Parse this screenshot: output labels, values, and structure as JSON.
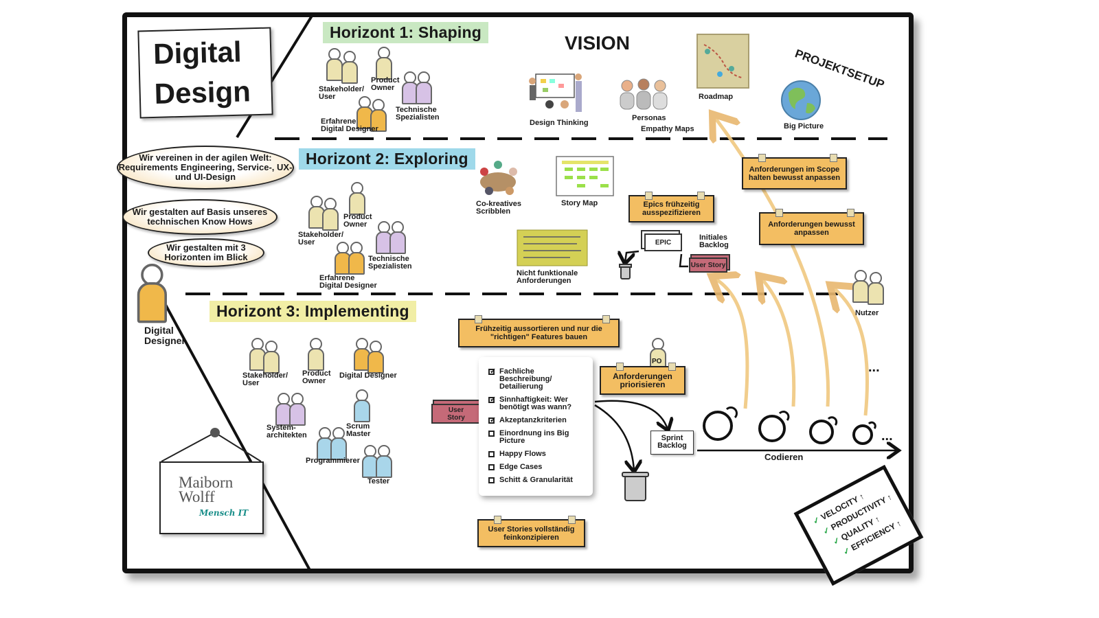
{
  "title": {
    "line1": "Digital",
    "line2": "Design"
  },
  "horizons": {
    "h1": "Horizont 1: Shaping",
    "h2": "Horizont 2: Exploring",
    "h3": "Horizont 3: Implementing"
  },
  "colors": {
    "h1": "#c9e8c2",
    "h2": "#9fd9ea",
    "h3": "#f1eea5",
    "note": "#f3be62",
    "story": "#c56a78",
    "arrow": "#f0c880",
    "check": "#2aa84a"
  },
  "bubbles": [
    "Wir vereinen in der agilen Welt:\nRequirements Engineering, Service-, UX-\nund UI-Design",
    "Wir gestalten auf Basis unseres\ntechnischen Know Hows",
    "Wir gestalten mit 3\nHorizonten im Blick"
  ],
  "digital_designer": "Digital\nDesigner",
  "h1_roles": [
    "Stakeholder/\nUser",
    "Product\nOwner",
    "Technische\nSpezialisten",
    "Erfahrene\nDigital Designer"
  ],
  "vision": {
    "title": "VISION",
    "design_thinking": "Design Thinking",
    "personas": "Personas",
    "empathy": "Empathy Maps",
    "roadmap": "Roadmap",
    "projektsetup": "PROJEKTSETUP",
    "big_picture": "Big Picture"
  },
  "h2_roles": [
    "Stakeholder/\nUser",
    "Product\nOwner",
    "Technische\nSpezialisten",
    "Erfahrene\nDigital Designer"
  ],
  "exploring": {
    "scribblen": "Co-kreatives\nScribblen",
    "story_map": "Story Map",
    "nfa": "Nicht funktionale\nAnforderungen",
    "epics_note": "Epics frühzeitig\nausspezifizieren",
    "epic": "EPIC",
    "user_story": "User Story",
    "backlog": "Initiales\nBacklog",
    "scope_note": "Anforderungen im Scope\nhalten bewusst anpassen",
    "adapt_note": "Anforderungen bewusst\nanpassen",
    "nutzer": "Nutzer"
  },
  "h3_roles": [
    "Stakeholder/\nUser",
    "Product\nOwner",
    "Digital Designer",
    "System-\narchitekten",
    "Scrum\nMaster",
    "Programmierer",
    "Tester"
  ],
  "implementing": {
    "sort_note": "Frühzeitig aussortieren und nur die\n\"richtigen\" Features bauen",
    "user_story": "User\nStory",
    "checklist": [
      {
        "text": "Fachliche Beschreibung/\nDetailierung",
        "checked": true
      },
      {
        "text": "Sinnhaftigkeit: Wer\nbenötigt was wann?",
        "checked": true
      },
      {
        "text": "Akzeptanzkriterien",
        "checked": true
      },
      {
        "text": "Einordnung ins Big Picture",
        "checked": false
      },
      {
        "text": "Happy Flows",
        "checked": false
      },
      {
        "text": "Edge Cases",
        "checked": false
      },
      {
        "text": "Schitt & Granularität",
        "checked": false
      }
    ],
    "po": "PO",
    "prio_note": "Anforderungen\npriorisieren",
    "sprint_backlog": "Sprint\nBacklog",
    "complete_note": "User Stories vollständig\nfeinkonzipieren",
    "codieren": "Codieren",
    "ellipsis": "..."
  },
  "logo": {
    "name": "Maiborn\nWolff",
    "tagline": "Mensch IT"
  },
  "metrics": [
    "VELOCITY",
    "PRODUCTIVITY",
    "QUALITY",
    "EFFICIENCY"
  ]
}
